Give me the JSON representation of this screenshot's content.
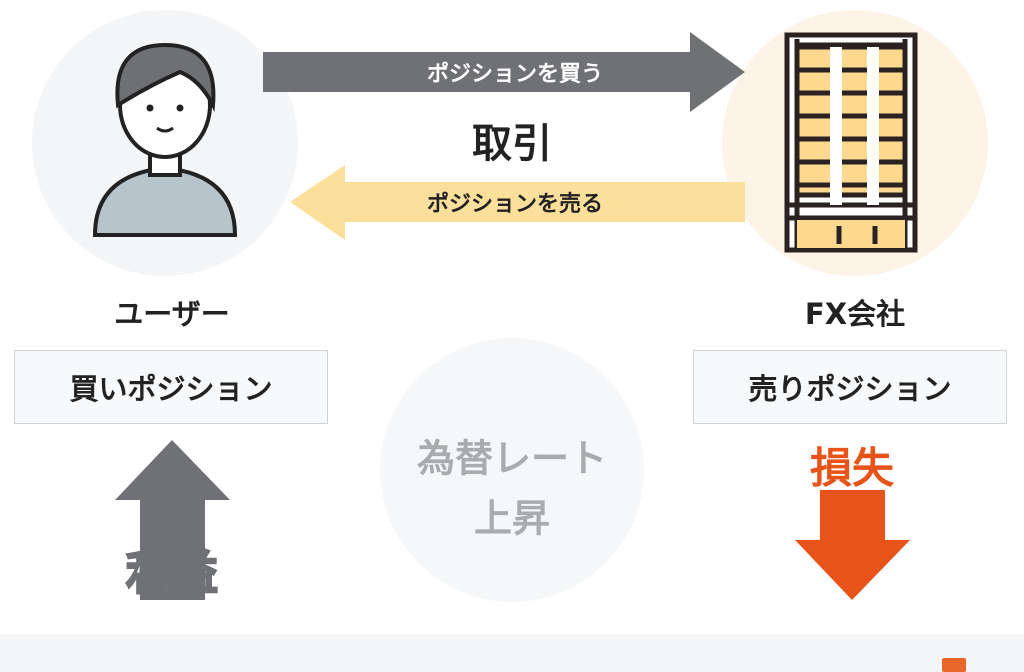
{
  "top_arrow_label": "ポジションを買う",
  "center_label": "取引",
  "bottom_arrow_label": "ポジションを売る",
  "user_label": "ユーザー",
  "company_label": "FX会社",
  "user_position": "買いポジション",
  "company_position": "売りポジション",
  "rate": {
    "line1": "為替レート",
    "line2": "上昇"
  },
  "profit_label": "利益",
  "loss_label": "損失",
  "colors": {
    "gray": "#6f7175",
    "yellow": "#fddf9c",
    "orange": "#e8531a",
    "peach": "#fdf3e7",
    "light": "#f3f5f7"
  }
}
